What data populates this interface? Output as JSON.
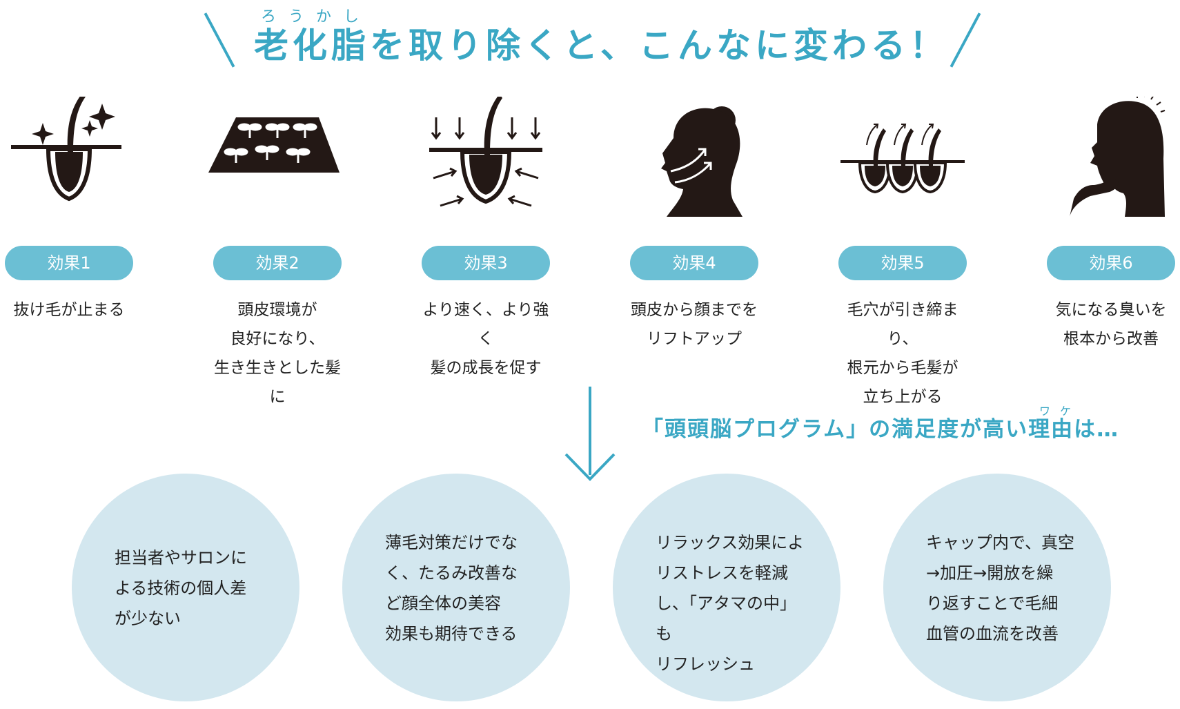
{
  "headline": {
    "ruby": "ろうかし",
    "title": "老化脂を取り除くと、こんなに変わる！"
  },
  "effects": [
    {
      "badge": "効果1",
      "desc": "抜け毛が止まる",
      "icon": "hair-follicle-sparkle-icon"
    },
    {
      "badge": "効果2",
      "desc": "頭皮環境が\n良好になり、\n生き生きとした髪に",
      "icon": "scalp-sprouts-icon"
    },
    {
      "badge": "効果3",
      "desc": "より速く、より強く\n髪の成長を促す",
      "icon": "hair-follicle-pressure-icon"
    },
    {
      "badge": "効果4",
      "desc": "頭皮から顔までを\nリフトアップ",
      "icon": "face-lift-profile-icon"
    },
    {
      "badge": "効果5",
      "desc": "毛穴が引き締まり、\n根元から毛髪が\n立ち上がる",
      "icon": "three-follicles-rising-icon"
    },
    {
      "badge": "効果6",
      "desc": "気になる臭いを\n根本から改善",
      "icon": "person-smelling-icon"
    }
  ],
  "reason": {
    "text": "「頭頭脳プログラム」の満足度が高い理由は…",
    "ruby": "ワケ"
  },
  "circles": [
    {
      "text": "担当者やサロンに\nよる技術の個人差\nが少ない"
    },
    {
      "text": "薄毛対策だけでな\nく、たるみ改善な\nど顔全体の美容\n効果も期待できる"
    },
    {
      "text": "リラックス効果によ\nリストレスを軽減\nし、「アタマの中」も\nリフレッシュ"
    },
    {
      "text": "キャップ内で、真空\n→加圧→開放を繰\nり返すことで毛細\n血管の血流を改善"
    }
  ],
  "colors": {
    "accent": "#3aa7c4",
    "badge": "#6bbfd4",
    "circle": "#d3e7ef",
    "icon": "#231815"
  }
}
